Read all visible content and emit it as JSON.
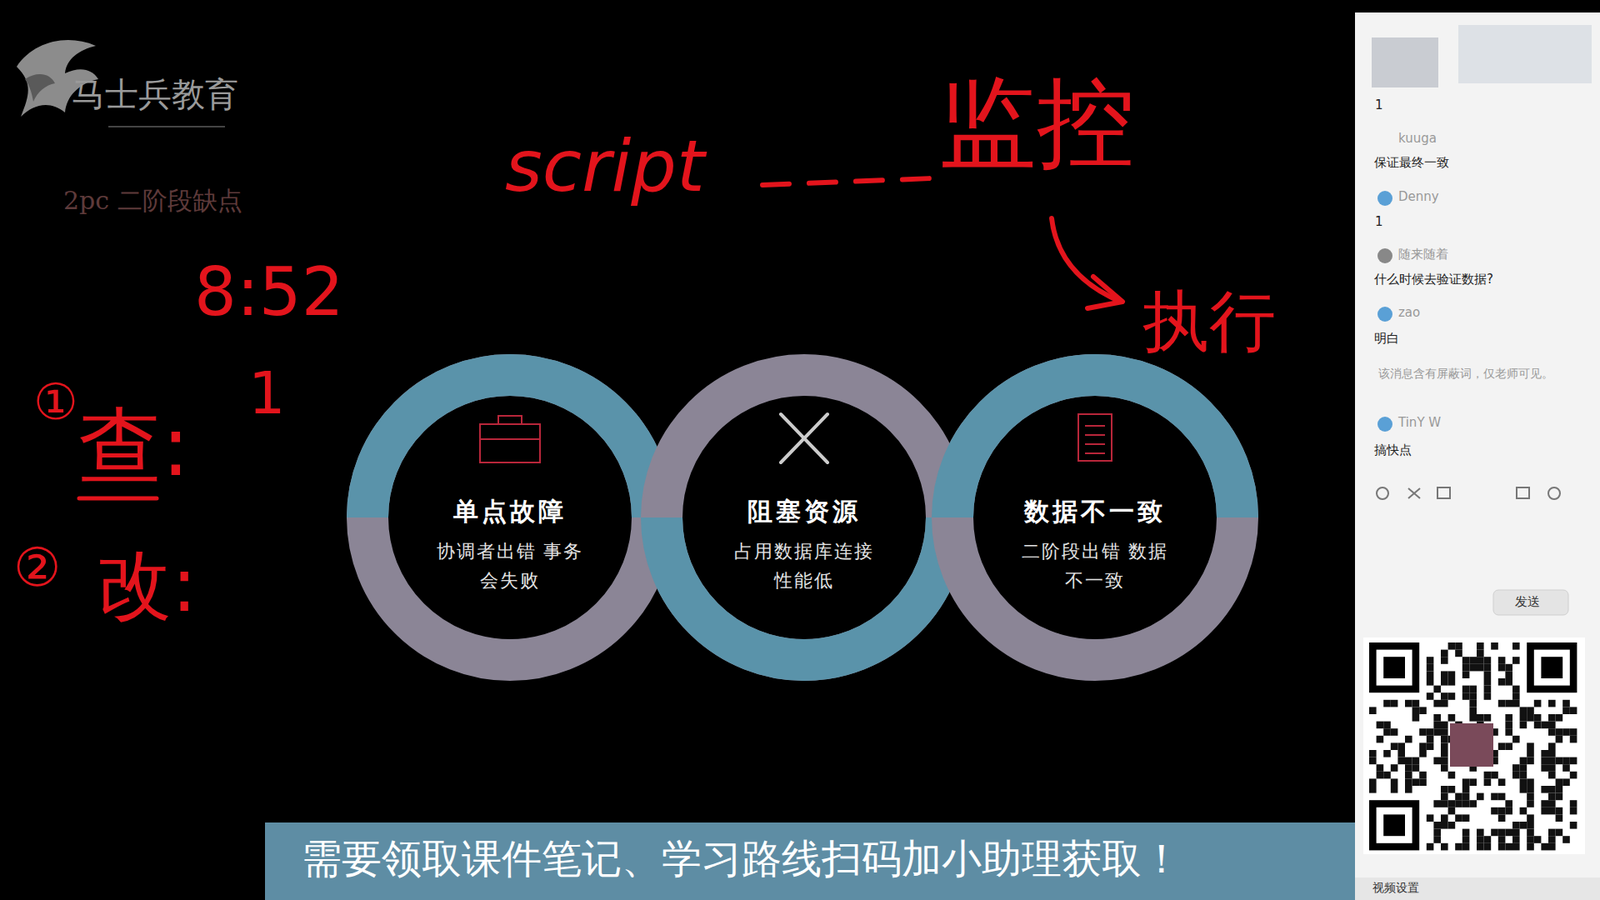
{
  "diagram": {
    "title": "2pc 二阶段缺点",
    "nodes": [
      {
        "text": [
          "单点故障",
          "协调者出错 事务会失败"
        ]
      },
      {
        "text": [
          "阻塞资源",
          "占用数据库连接 性能低"
        ]
      },
      {
        "text": [
          "数据不一致",
          "二阶段出错 数据不一致"
        ]
      }
    ],
    "labels": [
      "马士兵教育",
      "script",
      "监控",
      "执行",
      "8:52",
      "1",
      "①",
      "查:",
      "②",
      "改:",
      "1",
      "kuuga",
      "保证最终一致",
      "Denny",
      "1",
      "随来随着",
      "什么时候去验证数据?",
      "zao",
      "明白",
      "该消息含有屏蔽词，仅老师可见。",
      "TinY W",
      "搞快点",
      "发送",
      "视频设置",
      "需要领取课件笔记、学习路线扫码加小助理获取！"
    ]
  }
}
